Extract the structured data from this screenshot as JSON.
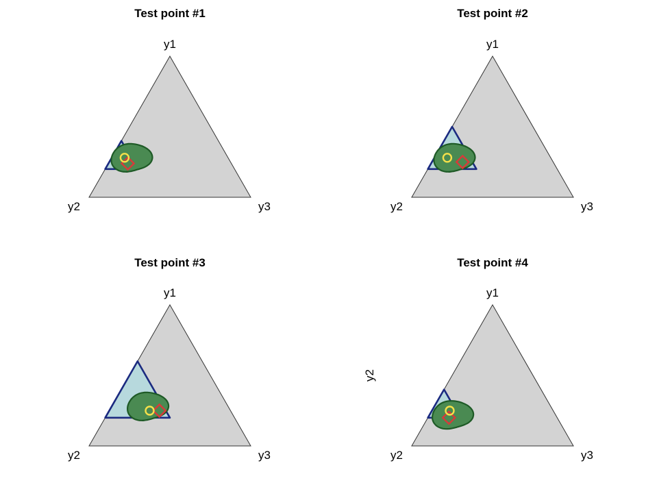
{
  "colors": {
    "simplex_fill": "#d3d3d3",
    "simplex_stroke": "#333333",
    "region_fill": "#b7d9dd",
    "region_stroke": "#1b2a80",
    "blob_fill": "#4a8a52",
    "blob_stroke": "#1e5a26",
    "circle_stroke": "#f5e04a",
    "diamond_stroke": "#d83a3a"
  },
  "stray_label": "y2",
  "chart_data": [
    {
      "type": "ternary",
      "title": "Test point #1",
      "vertex_labels": {
        "top": "y1",
        "left": "y2",
        "right": "y3"
      },
      "region_triangle": {
        "y1_min": 0.2,
        "y2_min": 0.6,
        "y3_min": 0.0
      },
      "blob_center": {
        "y1": 0.28,
        "y2": 0.6,
        "y3": 0.12
      },
      "circle_point": {
        "y1": 0.28,
        "y2": 0.64,
        "y3": 0.08
      },
      "diamond_point": {
        "y1": 0.24,
        "y2": 0.64,
        "y3": 0.12
      }
    },
    {
      "type": "ternary",
      "title": "Test point #2",
      "vertex_labels": {
        "top": "y1",
        "left": "y2",
        "right": "y3"
      },
      "region_triangle": {
        "y1_min": 0.2,
        "y2_min": 0.5,
        "y3_min": 0.0
      },
      "blob_center": {
        "y1": 0.28,
        "y2": 0.6,
        "y3": 0.12
      },
      "circle_point": {
        "y1": 0.28,
        "y2": 0.64,
        "y3": 0.08
      },
      "diamond_point": {
        "y1": 0.25,
        "y2": 0.56,
        "y3": 0.19
      }
    },
    {
      "type": "ternary",
      "title": "Test point #3",
      "vertex_labels": {
        "top": "y1",
        "left": "y2",
        "right": "y3"
      },
      "region_triangle": {
        "y1_min": 0.2,
        "y2_min": 0.4,
        "y3_min": 0.0
      },
      "blob_center": {
        "y1": 0.28,
        "y2": 0.5,
        "y3": 0.22
      },
      "circle_point": {
        "y1": 0.25,
        "y2": 0.5,
        "y3": 0.25
      },
      "diamond_point": {
        "y1": 0.25,
        "y2": 0.44,
        "y3": 0.31
      }
    },
    {
      "type": "ternary",
      "title": "Test point #4",
      "vertex_labels": {
        "top": "y1",
        "left": "y2",
        "right": "y3"
      },
      "region_triangle": {
        "y1_min": 0.2,
        "y2_min": 0.6,
        "y3_min": 0.0
      },
      "blob_center": {
        "y1": 0.22,
        "y2": 0.64,
        "y3": 0.14
      },
      "circle_point": {
        "y1": 0.25,
        "y2": 0.64,
        "y3": 0.11
      },
      "diamond_point": {
        "y1": 0.2,
        "y2": 0.67,
        "y3": 0.13
      }
    }
  ]
}
